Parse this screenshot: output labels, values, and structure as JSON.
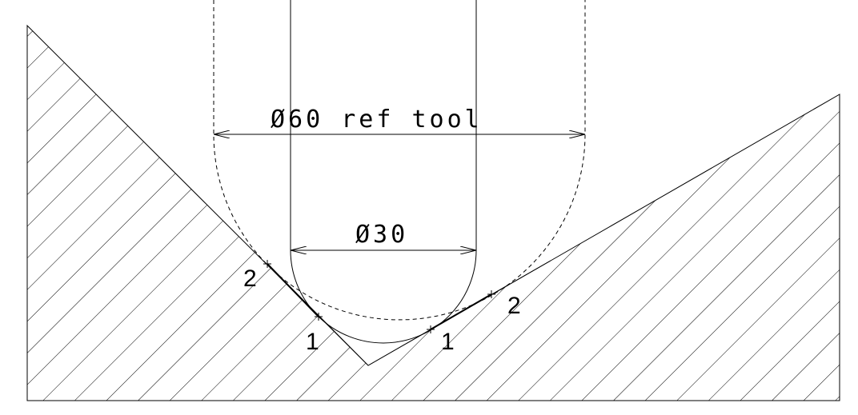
{
  "dimensions": {
    "ref_tool_label": "Ø60 ref tool",
    "small_tool_label": "Ø30"
  },
  "points": {
    "left_2": "2",
    "left_1": "1",
    "right_1": "1",
    "right_2": "2"
  },
  "colors": {
    "line": "#000000",
    "background": "#ffffff"
  }
}
